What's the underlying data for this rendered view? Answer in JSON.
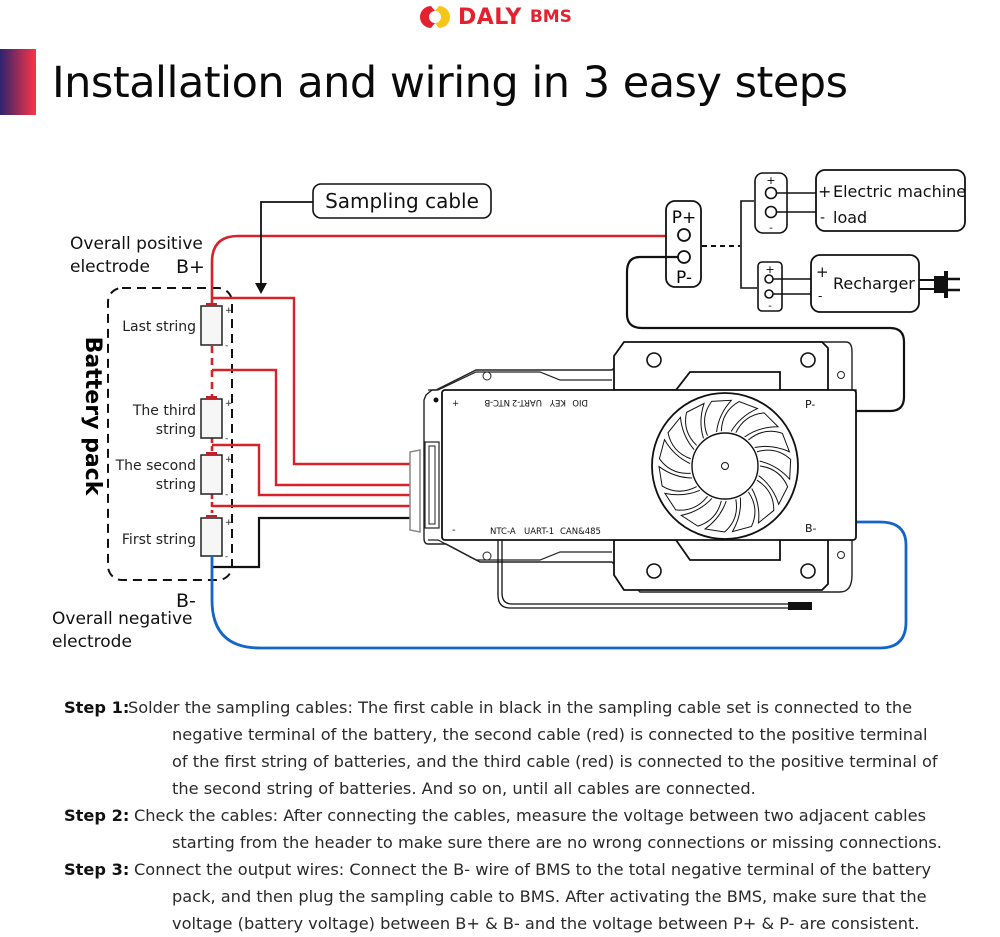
{
  "logo": {
    "brand": "DALY",
    "sub": "BMS",
    "colors": {
      "red": "#e4222e",
      "yellow": "#f5c518"
    }
  },
  "header": {
    "title": "Installation and wiring in 3 easy steps",
    "accent_gradient": [
      "#2d2370",
      "#ff3344"
    ]
  },
  "diagram": {
    "callouts": {
      "sampling_cable": "Sampling cable",
      "overall_positive_line1": "Overall positive",
      "overall_positive_line2": "electrode",
      "b_plus": "B+",
      "b_minus": "B-",
      "overall_negative_line1": "Overall negative",
      "overall_negative_line2": "electrode",
      "battery_pack": "Battery pack"
    },
    "strings": [
      {
        "label_line1": "Last string",
        "label_line2": ""
      },
      {
        "label_line1": "The third",
        "label_line2": "string"
      },
      {
        "label_line1": "The second",
        "label_line2": "string"
      },
      {
        "label_line1": "First string",
        "label_line2": ""
      }
    ],
    "cell_plus": "+",
    "cell_minus": "-",
    "p_terminal": {
      "plus": "P+",
      "minus": "P-"
    },
    "load": {
      "plus": "+",
      "minus": "-",
      "line1": "Electric machine",
      "line2": "load"
    },
    "recharger": {
      "plus": "+",
      "minus": "-",
      "label": "Recharger"
    },
    "bms": {
      "top_labels": [
        "DIO",
        "KEY",
        "UART-2",
        "NTC-B"
      ],
      "bottom_labels": [
        "NTC-A",
        "UART-1",
        "CAN&485"
      ],
      "plus": "+",
      "minus": "-",
      "p_minus": "P-",
      "b_minus": "B-"
    },
    "colors": {
      "positive_wire": "#d7222a",
      "negative_wire": "#1565c8",
      "sampling_black": "#111111"
    }
  },
  "steps": [
    {
      "label": "Step 1:",
      "lines": [
        "Solder the sampling cables: The first cable in black in the sampling cable set is connected to the",
        "negative terminal of the battery, the second cable (red) is connected to the positive terminal",
        "of the first string of batteries, and the third cable (red) is connected to the positive terminal of",
        "the second string of batteries. And so on, until all cables are connected."
      ]
    },
    {
      "label": "Step 2:",
      "lines": [
        "Check the cables: After connecting the cables, measure the voltage between two adjacent cables",
        "starting from the header to make sure there are no wrong connections or missing connections."
      ]
    },
    {
      "label": "Step 3:",
      "lines": [
        "Connect the output wires: Connect the B- wire of BMS to the total negative terminal of the battery",
        "pack, and then plug the sampling cable to BMS. After activating the BMS, make sure that the",
        "voltage (battery voltage) between B+ & B- and the voltage between P+ & P- are consistent."
      ]
    }
  ]
}
